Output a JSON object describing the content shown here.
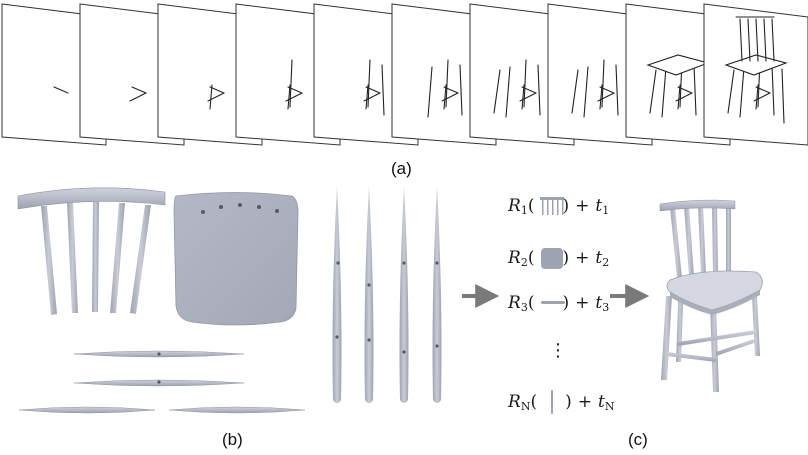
{
  "panel_labels": {
    "a": "(a)",
    "b": "(b)",
    "c": "(c)"
  },
  "equations": [
    {
      "r_letter": "R",
      "r_sub": "1",
      "t_letter": "t",
      "t_sub": "1",
      "part_icon": "spindle-backrest-icon"
    },
    {
      "r_letter": "R",
      "r_sub": "2",
      "t_letter": "t",
      "t_sub": "2",
      "part_icon": "seat-icon"
    },
    {
      "r_letter": "R",
      "r_sub": "3",
      "t_letter": "t",
      "t_sub": "3",
      "part_icon": "horizontal-rung-icon"
    },
    {
      "r_letter": "R",
      "r_sub": "N",
      "t_letter": "t",
      "t_sub": "N",
      "part_icon": "vertical-leg-icon"
    }
  ],
  "ellipsis": "⋮",
  "operators": {
    "plus": "+",
    "open_paren": "(",
    "close_paren": ")"
  },
  "colors": {
    "part_fill": "#b9bdc8",
    "part_shade": "#9a9fad",
    "line": "#222222",
    "arrow": "#7a7a7a"
  }
}
